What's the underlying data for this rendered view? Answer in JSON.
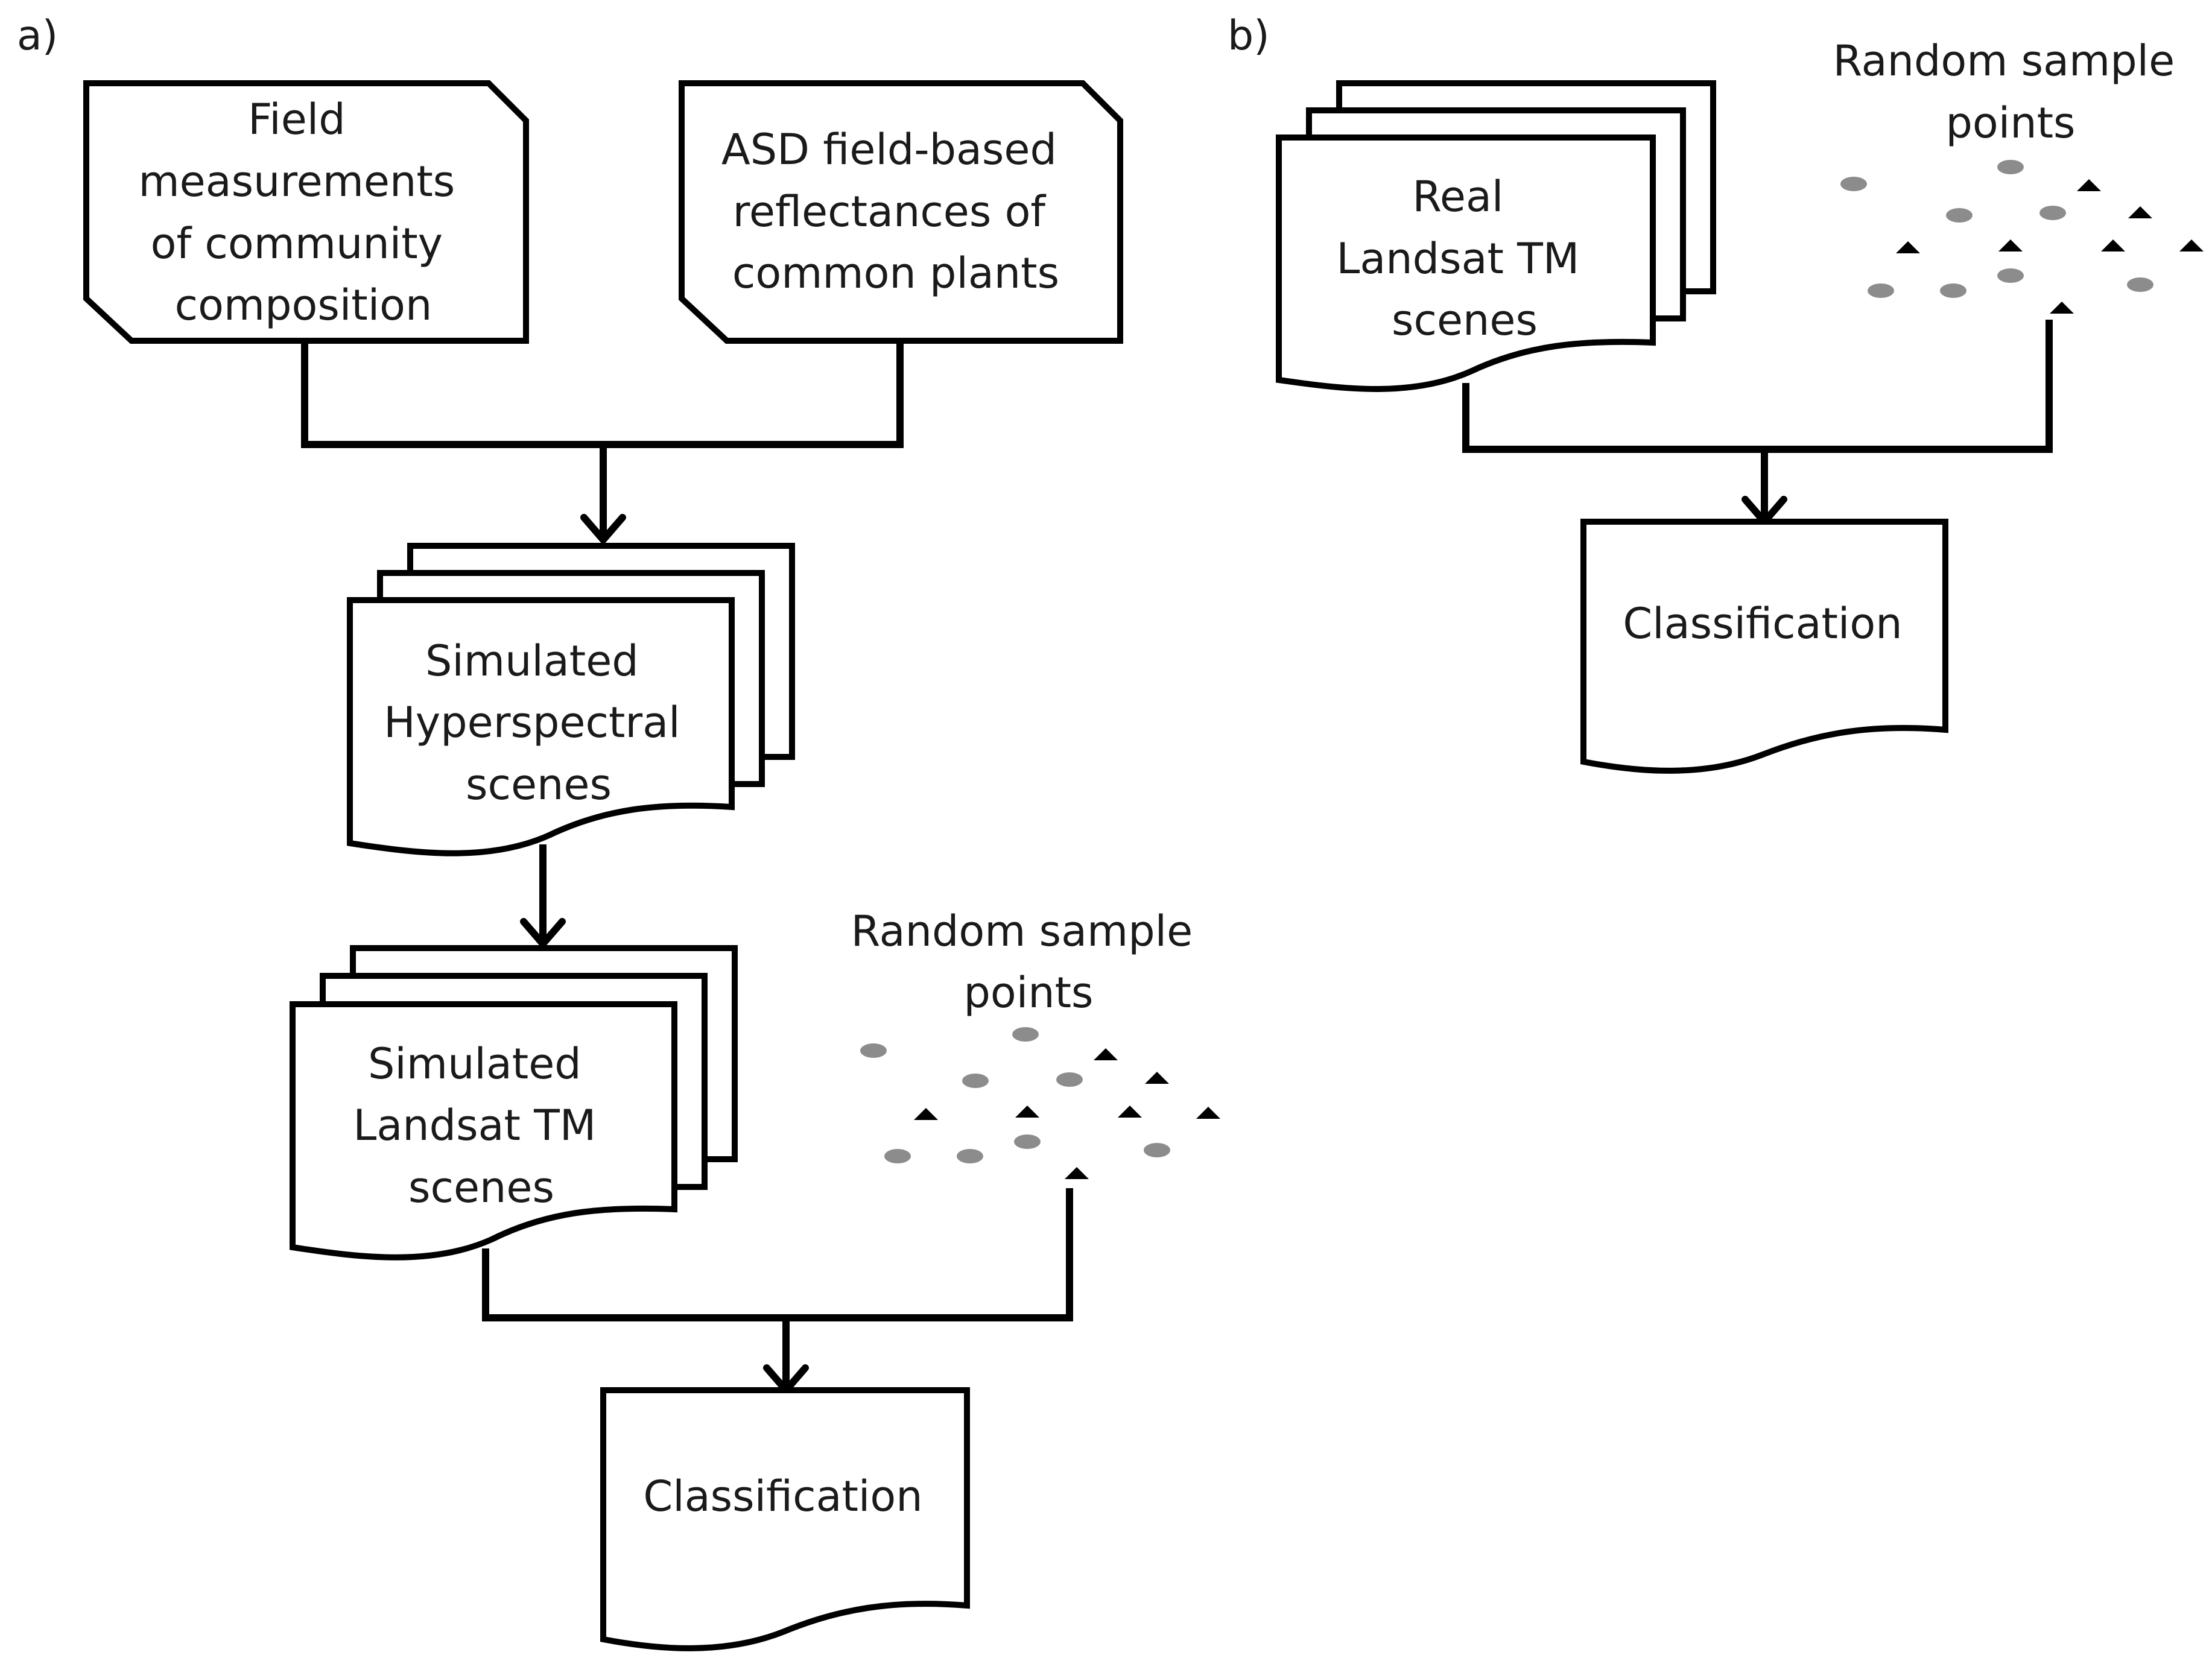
{
  "panels": {
    "a": "a)",
    "b": "b)"
  },
  "a": {
    "field": {
      "lines": [
        "Field",
        "measurements",
        "of community",
        "composition"
      ]
    },
    "asd": {
      "lines": [
        "ASD field-based",
        "reflectances of",
        "common plants"
      ]
    },
    "hyper": {
      "lines": [
        "Simulated",
        "Hyperspectral",
        "scenes"
      ]
    },
    "tm": {
      "lines": [
        "Simulated",
        "Landsat TM",
        "scenes"
      ]
    },
    "sample": {
      "lines": [
        "Random sample",
        "points"
      ]
    },
    "classification": "Classification"
  },
  "b": {
    "real": {
      "lines": [
        "Real",
        "Landsat TM",
        "scenes"
      ]
    },
    "sample": {
      "lines": [
        "Random sample",
        "points"
      ]
    },
    "classification": "Classification"
  },
  "colors": {
    "stroke": "#000000",
    "dot": "#8c8c8c",
    "triangle": "#000000"
  }
}
